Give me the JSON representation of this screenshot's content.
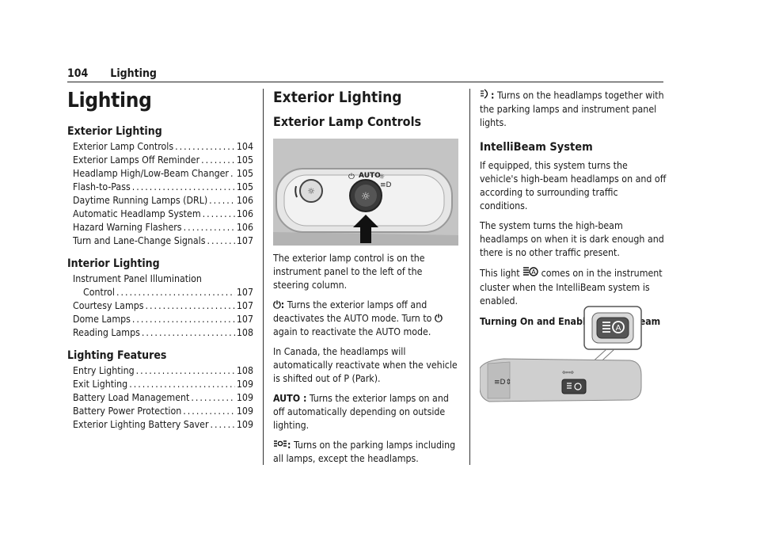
{
  "header": {
    "page_number": "104",
    "section": "Lighting"
  },
  "toc": {
    "title": "Lighting",
    "groups": [
      {
        "heading": "Exterior Lighting",
        "items": [
          {
            "label": "Exterior Lamp Controls",
            "page": "104"
          },
          {
            "label": "Exterior Lamps Off Reminder",
            "page": "105"
          },
          {
            "label": "Headlamp High/Low-Beam Changer",
            "page": "105"
          },
          {
            "label": "Flash-to-Pass",
            "page": "105"
          },
          {
            "label": "Daytime Running Lamps (DRL)",
            "page": "106"
          },
          {
            "label": "Automatic Headlamp System",
            "page": "106"
          },
          {
            "label": "Hazard Warning Flashers",
            "page": "106"
          },
          {
            "label": "Turn and Lane-Change Signals",
            "page": "107"
          }
        ]
      },
      {
        "heading": "Interior Lighting",
        "items": [
          {
            "label": "Instrument Panel Illumination",
            "label2": "Control",
            "page": "107"
          },
          {
            "label": "Courtesy Lamps",
            "page": "107"
          },
          {
            "label": "Dome Lamps",
            "page": "107"
          },
          {
            "label": "Reading Lamps",
            "page": "108"
          }
        ]
      },
      {
        "heading": "Lighting Features",
        "items": [
          {
            "label": "Entry Lighting",
            "page": "108"
          },
          {
            "label": "Exit Lighting",
            "page": "109"
          },
          {
            "label": "Battery Load Management",
            "page": "109"
          },
          {
            "label": "Battery Power Protection",
            "page": "109"
          },
          {
            "label": "Exterior Lighting Battery Saver",
            "page": "109"
          }
        ]
      }
    ]
  },
  "col2": {
    "title": "Exterior Lighting",
    "subtitle": "Exterior Lamp Controls",
    "figure_label": "AUTO",
    "p1": "The exterior lamp control is on the instrument panel to the left of the steering column.",
    "p2_sym": ":",
    "p2a": "Turns the exterior lamps off and deactivates the AUTO mode. Turn to",
    "p2b": "again to reactivate the AUTO mode.",
    "p3": "In Canada, the headlamps will automatically reactivate when the vehicle is shifted out of P (Park).",
    "p4_lbl": "AUTO :",
    "p4": "Turns the exterior lamps on and off automatically depending on outside lighting.",
    "p5_sym": ":",
    "p5": "Turns on the parking lamps including all lamps, except the headlamps."
  },
  "col3": {
    "p1_sym": ":",
    "p1": "Turns on the headlamps together with the parking lamps and instrument panel lights.",
    "heading": "IntelliBeam System",
    "p2": "If equipped, this system turns the vehicle's high-beam headlamps on and off according to surrounding traffic conditions.",
    "p3": "The system turns the high-beam headlamps on when it is dark enough and there is no other traffic present.",
    "p4a": "This light",
    "p4b": "comes on in the instrument cluster when the IntelliBeam system is enabled.",
    "subheading": "Turning On and Enabling IntelliBeam"
  }
}
